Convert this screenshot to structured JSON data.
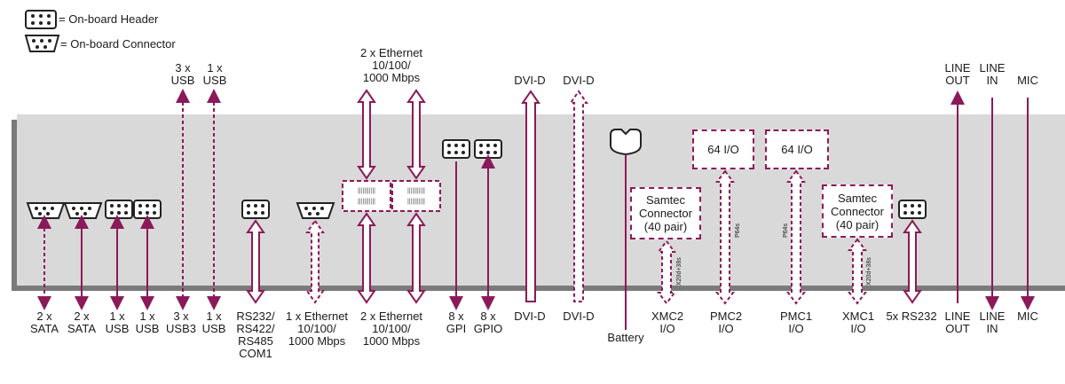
{
  "legend": {
    "header": "= On-board Header",
    "connector": "= On-board Connector"
  },
  "colors": {
    "accent": "#8b1a5a",
    "board": "#d9d9d9",
    "board_shadow": "#7a7a7a"
  },
  "top_labels": {
    "usb3": "3 x\nUSB",
    "usb1": "1 x\nUSB",
    "ethernet2": "2 x Ethernet\n10/100/\n1000 Mbps",
    "dvi1": "DVI-D",
    "dvi2": "DVI-D",
    "line_out": "LINE\nOUT",
    "line_in": "LINE\nIN",
    "mic": "MIC"
  },
  "bottom_labels": {
    "sata1": "2 x\nSATA",
    "sata2": "2 x\nSATA",
    "usb_a": "1 x\nUSB",
    "usb_b": "1 x\nUSB",
    "usb3": "3 x\nUSB3",
    "usb_c": "1 x\nUSB",
    "serial": "RS232/\nRS422/\nRS485\nCOM1",
    "eth1": "1 x Ethernet\n10/100/\n1000 Mbps",
    "eth2": "2 x Ethernet\n10/100/\n1000 Mbps",
    "gpi": "8 x\nGPI",
    "gpio": "8 x\nGPIO",
    "dvi1": "DVI-D",
    "dvi2": "DVI-D",
    "battery": "Battery",
    "xmc2": "XMC2\nI/O",
    "pmc2": "PMC2\nI/O",
    "pmc1": "PMC1\nI/O",
    "xmc1": "XMC1\nI/O",
    "rs232": "5x RS232",
    "line_out": "LINE\nOUT",
    "line_in": "LINE\nIN",
    "mic": "MIC"
  },
  "boxes": {
    "io64_a": "64 I/O",
    "io64_b": "64 I/O",
    "samtec_a": "Samtec\nConnector\n(40 pair)",
    "samtec_b": "Samtec\nConnector\n(40 pair)"
  },
  "vertical_labels": {
    "x20_a": "X20d+38s",
    "p64_a": "P64s",
    "p64_b": "P64s",
    "x20_b": "X20d+38s"
  }
}
